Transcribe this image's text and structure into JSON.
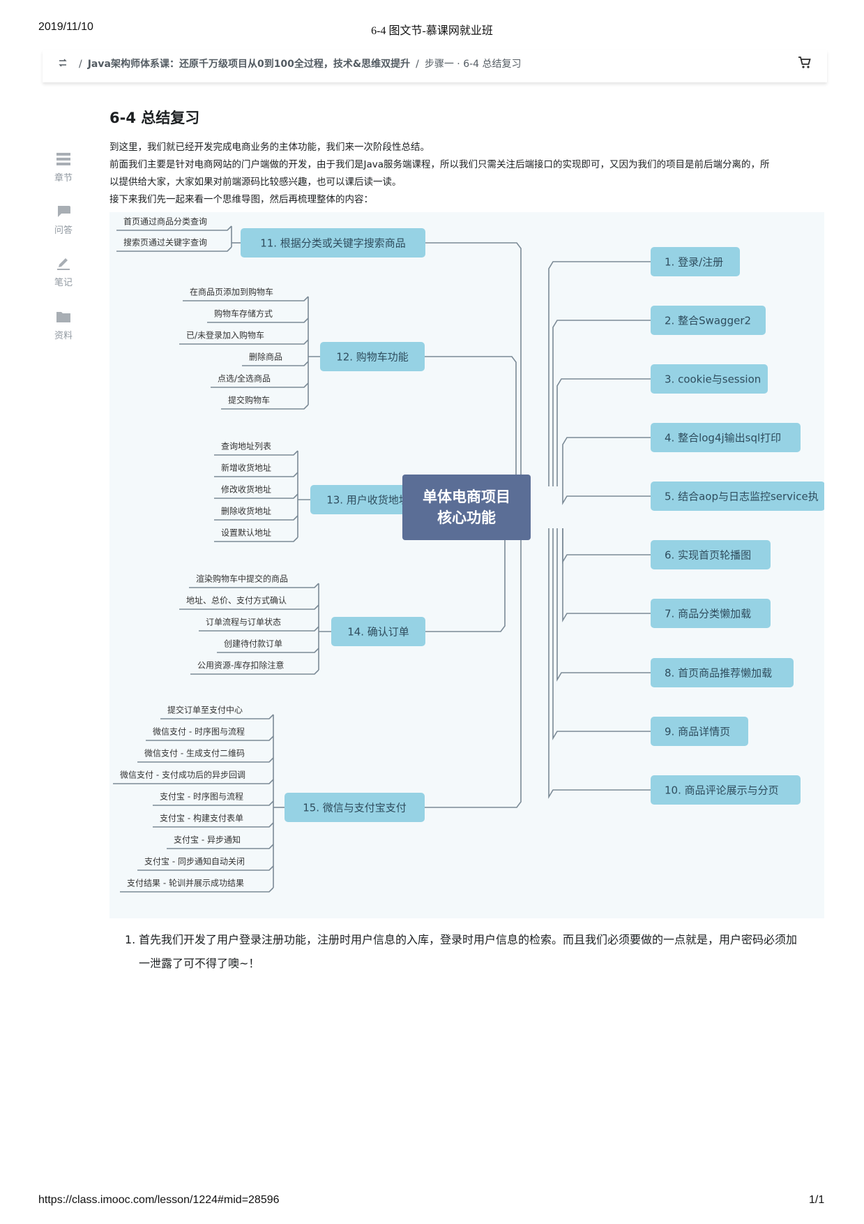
{
  "print_header": {
    "date": "2019/11/10",
    "page_title": "6-4 图文节-慕课网就业班"
  },
  "breadcrumb": {
    "course": "Java架构师体系课：还原千万级项目从0到100全过程，技术&思维双提升",
    "sep1": "/",
    "sep2": "/",
    "step": "步骤一 · 6-4 总结复习"
  },
  "sidebar": {
    "items": [
      {
        "label": "章节",
        "icon": "chapters-icon"
      },
      {
        "label": "问答",
        "icon": "qa-icon"
      },
      {
        "label": "笔记",
        "icon": "note-icon"
      },
      {
        "label": "资料",
        "icon": "folder-icon"
      }
    ]
  },
  "article": {
    "title": "6-4 总结复习",
    "p1": "到这里，我们就已经开发完成电商业务的主体功能，我们来一次阶段性总结。",
    "p2": "前面我们主要是针对电商网站的门户端做的开发，由于我们是Java服务端课程，所以我们只需关注后端接口的实现即可，又因为我们的项目是前后端分离的，所",
    "p3": "以提供给大家，大家如果对前端源码比较感兴趣，也可以课后读一读。",
    "p4": "接下来我们先一起来看一个思维导图，然后再梳理整体的内容：",
    "list_num": "1.",
    "list_line1": "首先我们开发了用户登录注册功能，注册时用户信息的入库，登录时用户信息的检索。而且我们必须要做的一点就是，用户密码必须加",
    "list_line2": "一泄露了可不得了噢~！"
  },
  "mindmap": {
    "center_line1": "单体电商项目",
    "center_line2": "核心功能",
    "colors": {
      "node": "#96d2e4",
      "center": "#5b6e96",
      "line": "#7b8a96",
      "bg": "#f4f9fb"
    },
    "right_nodes": [
      "1. 登录/注册",
      "2. 整合Swagger2",
      "3. cookie与session",
      "4. 整合log4j输出sql打印",
      "5. 结合aop与日志监控service执",
      "6. 实现首页轮播图",
      "7. 商品分类懒加载",
      "8. 首页商品推荐懒加载",
      "9. 商品详情页",
      "10. 商品评论展示与分页"
    ],
    "left_nodes": [
      {
        "label": "11. 根据分类或关键字搜索商品",
        "leaves": [
          "首页通过商品分类查询",
          "搜索页通过关键字查询"
        ]
      },
      {
        "label": "12. 购物车功能",
        "leaves": [
          "在商品页添加到购物车",
          "购物车存储方式",
          "已/未登录加入购物车",
          "删除商品",
          "点选/全选商品",
          "提交购物车"
        ]
      },
      {
        "label": "13. 用户收货地址",
        "leaves": [
          "查询地址列表",
          "新增收货地址",
          "修改收货地址",
          "删除收货地址",
          "设置默认地址"
        ]
      },
      {
        "label": "14. 确认订单",
        "leaves": [
          "渲染购物车中提交的商品",
          "地址、总价、支付方式确认",
          "订单流程与订单状态",
          "创建待付款订单",
          "公用资源-库存扣除注意"
        ]
      },
      {
        "label": "15. 微信与支付宝支付",
        "leaves": [
          "提交订单至支付中心",
          "微信支付 - 时序图与流程",
          "微信支付 - 生成支付二维码",
          "微信支付 - 支付成功后的异步回调",
          "支付宝 - 时序图与流程",
          "支付宝 - 构建支付表单",
          "支付宝 - 异步通知",
          "支付宝 - 同步通知自动关闭",
          "支付结果 - 轮训并展示成功结果"
        ]
      }
    ]
  },
  "print_footer": {
    "url": "https://class.imooc.com/lesson/1224#mid=28596",
    "page": "1/1"
  }
}
